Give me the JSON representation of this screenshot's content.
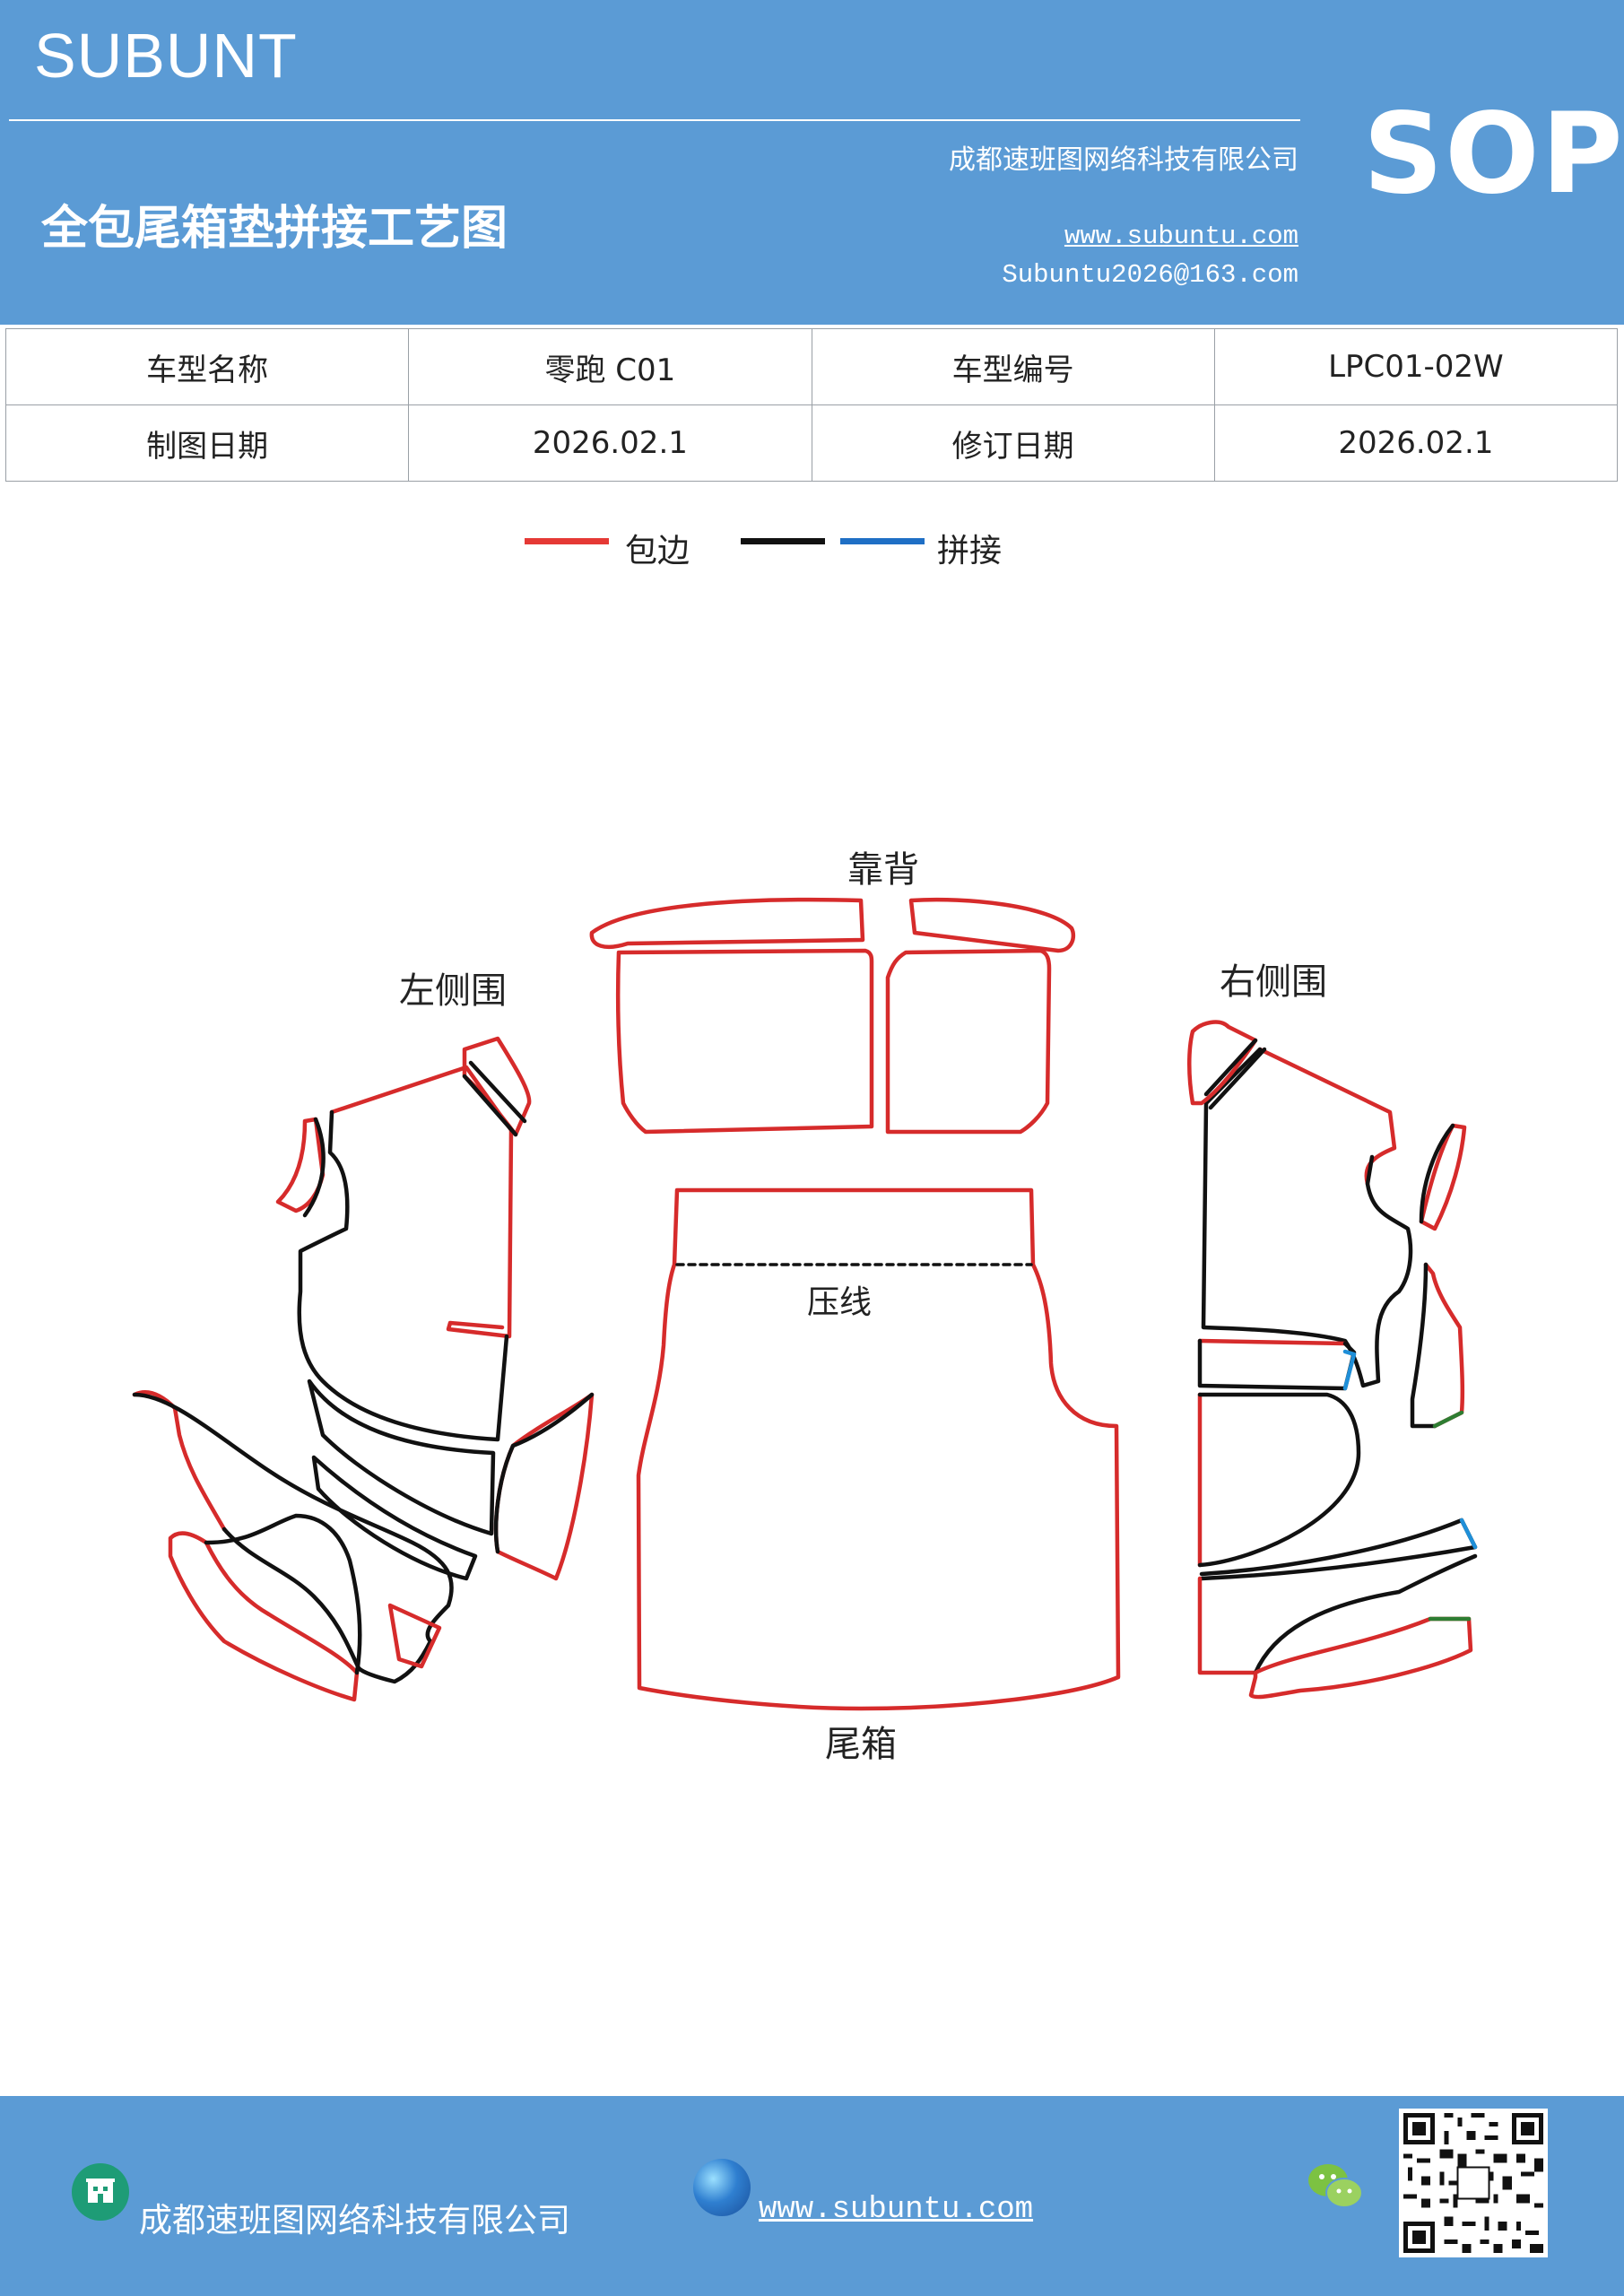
{
  "header": {
    "brand": "SUBUNT",
    "title": "全包尾箱垫拼接工艺图",
    "company": "成都速班图网络科技有限公司",
    "website": "www.subuntu.com",
    "email": "Subuntu2026@163.com",
    "badge": "SOP"
  },
  "info_table": {
    "rows": [
      [
        "车型名称",
        "零跑 C01",
        "车型编号",
        "LPC01-02W"
      ],
      [
        "制图日期",
        "2026.02.1",
        "修订日期",
        "2026.02.1"
      ]
    ]
  },
  "legend": {
    "items": [
      {
        "label": "包边",
        "color": "#e53935"
      },
      {
        "label": "",
        "color": "#111111"
      },
      {
        "label": "拼接",
        "color": "#1f6fc5"
      }
    ]
  },
  "diagram": {
    "labels": {
      "backrest": "靠背",
      "left_side": "左侧围",
      "right_side": "右侧围",
      "press_line": "压线",
      "trunk": "尾箱"
    },
    "colors": {
      "edge_binding": "#d62b2b",
      "outline": "#111111",
      "splice": "#1f8fd8",
      "green_edge": "#2e7d32"
    }
  },
  "footer": {
    "company": "成都速班图网络科技有限公司",
    "website": "www.subuntu.com",
    "icons": [
      "building-icon",
      "globe-icon",
      "wechat-icon",
      "qr-code"
    ]
  }
}
